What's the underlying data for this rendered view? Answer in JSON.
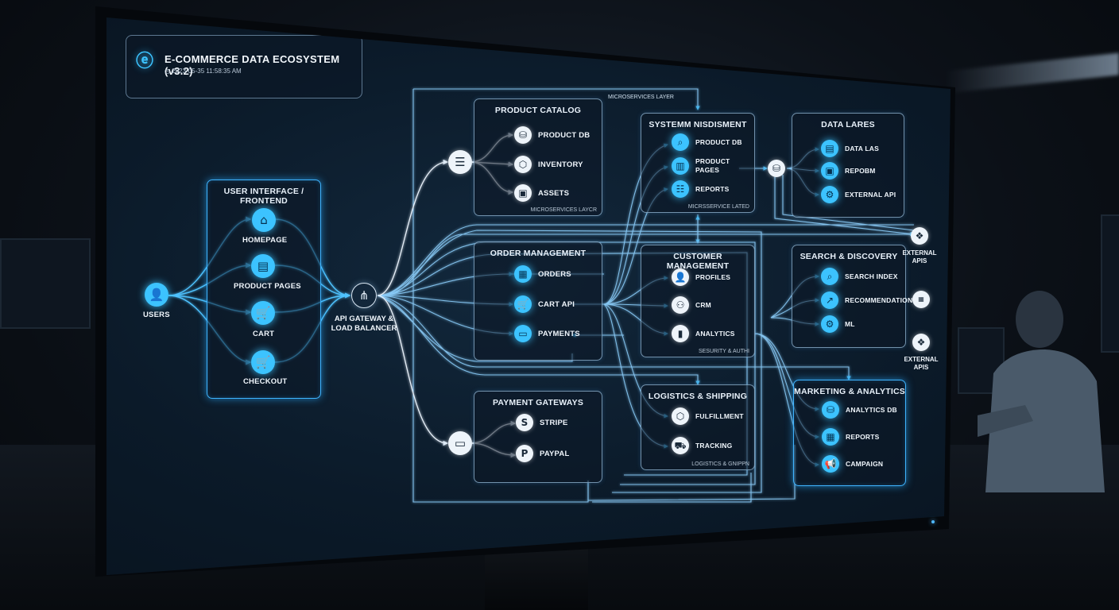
{
  "header": {
    "title": "E-COMMERCE DATA ECOSYSTEM (v3.2)",
    "timestamp": "2023-05-35 11:58:35 AM",
    "logo_icon": "ecosystem-logo-icon"
  },
  "layers": {
    "microservices_top": "MICROSERVICES LAYER"
  },
  "users": {
    "label": "USERS",
    "icon": "user-icon"
  },
  "gateway": {
    "label_line1": "API GATEWAY &",
    "label_line2": "LOAD BALANCER",
    "icon": "share-icon"
  },
  "frontend": {
    "title": "USER INTERFACE / FRONTEND",
    "items": [
      {
        "label": "HOMEPAGE",
        "icon": "home-icon"
      },
      {
        "label": "PRODUCT PAGES",
        "icon": "browser-icon"
      },
      {
        "label": "CART",
        "icon": "cart-icon"
      },
      {
        "label": "CHECKOUT",
        "icon": "checkout-cart-icon"
      }
    ]
  },
  "product_catalog": {
    "title": "PRODUCT CATALOG",
    "items": [
      {
        "label": "PRODUCT DB",
        "icon": "database-icon"
      },
      {
        "label": "INVENTORY",
        "icon": "box-icon"
      },
      {
        "label": "ASSETS",
        "icon": "assets-icon"
      }
    ],
    "footer": "MICROSERVICES LAYCR"
  },
  "order_management": {
    "title": "ORDER MANAGEMENT",
    "items": [
      {
        "label": "ORDERS",
        "icon": "clipboard-icon"
      },
      {
        "label": "CART API",
        "icon": "cart-icon"
      },
      {
        "label": "PAYMENTS",
        "icon": "card-icon"
      }
    ]
  },
  "payment_gateways": {
    "title": "PAYMENT GATEWAYS",
    "items": [
      {
        "label": "STRIPE",
        "icon": "stripe-icon"
      },
      {
        "label": "PAYPAL",
        "icon": "paypal-icon"
      }
    ]
  },
  "system_search": {
    "title": "SYSTEMM NISDISMENT",
    "items": [
      {
        "label": "PRODUCT DB",
        "icon": "search-icon"
      },
      {
        "label": "PRODUCT",
        "label2": "PAGES",
        "icon": "pages-icon"
      },
      {
        "label": "REPORTS",
        "icon": "reports-icon"
      }
    ],
    "footer": "MICRSSERVICE LATED"
  },
  "customer_management": {
    "title": "CUSTOMER MANAGEMENT",
    "items": [
      {
        "label": "PROFILES",
        "icon": "profile-icon"
      },
      {
        "label": "CRM",
        "icon": "crm-icon"
      },
      {
        "label": "ANALYTICS",
        "icon": "bar-chart-icon"
      }
    ],
    "footer": "SESURITY & AUTHI"
  },
  "logistics": {
    "title": "LOGISTICS & SHIPPING",
    "items": [
      {
        "label": "FULFILLMENT",
        "icon": "package-icon"
      },
      {
        "label": "TRACKING",
        "icon": "truck-icon"
      }
    ],
    "footer": "LOGISTICS & GNIPPN"
  },
  "data_lakes": {
    "title": "DATA LARES",
    "items": [
      {
        "label": "DATA LAS",
        "icon": "data-icon"
      },
      {
        "label": "REPOBM",
        "icon": "repo-icon"
      },
      {
        "label": "EXTERNAL API",
        "icon": "api-icon"
      }
    ]
  },
  "search_discovery": {
    "title": "SEARCH & DISCOVERY",
    "items": [
      {
        "label": "SEARCH INDEX",
        "icon": "search-icon"
      },
      {
        "label": "RECOMMENDATIONS",
        "icon": "trend-icon"
      },
      {
        "label": "ML",
        "icon": "gear-icon"
      }
    ]
  },
  "marketing": {
    "title": "MARKETING & ANALYTICS",
    "items": [
      {
        "label": "ANALYTICS DB",
        "icon": "database-icon"
      },
      {
        "label": "REPORTS",
        "icon": "reports-icon"
      },
      {
        "label": "CAMPAIGN",
        "icon": "megaphone-icon"
      }
    ]
  },
  "external_1": {
    "label_line1": "EXTERNAL",
    "label_line2": "APIS",
    "icon": "globe-icon"
  },
  "external_2": {
    "label_line1": "EXTERNAL",
    "label_line2": "APIS",
    "icon": "globe-icon"
  }
}
